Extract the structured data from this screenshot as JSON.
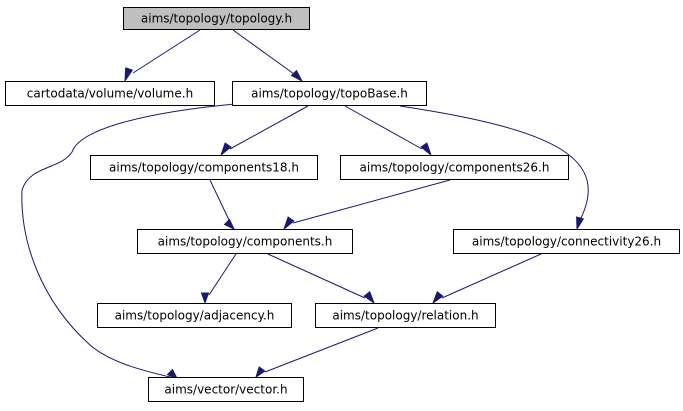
{
  "diagram": {
    "colors": {
      "edge": "#191970",
      "node_border": "#000000",
      "node_fill": "#ffffff",
      "root_fill": "#bfbfbf"
    },
    "nodes": [
      {
        "id": "topology_h",
        "label": "aims/topology/topology.h",
        "root": true
      },
      {
        "id": "volume_h",
        "label": "cartodata/volume/volume.h"
      },
      {
        "id": "topobase_h",
        "label": "aims/topology/topoBase.h"
      },
      {
        "id": "components18_h",
        "label": "aims/topology/components18.h"
      },
      {
        "id": "components26_h",
        "label": "aims/topology/components26.h"
      },
      {
        "id": "components_h",
        "label": "aims/topology/components.h"
      },
      {
        "id": "connectivity26_h",
        "label": "aims/topology/connectivity26.h"
      },
      {
        "id": "adjacency_h",
        "label": "aims/topology/adjacency.h"
      },
      {
        "id": "relation_h",
        "label": "aims/topology/relation.h"
      },
      {
        "id": "vector_h",
        "label": "aims/vector/vector.h"
      }
    ],
    "edges": [
      {
        "from": "topology_h",
        "to": "volume_h"
      },
      {
        "from": "topology_h",
        "to": "topobase_h"
      },
      {
        "from": "topobase_h",
        "to": "components18_h"
      },
      {
        "from": "topobase_h",
        "to": "components26_h"
      },
      {
        "from": "topobase_h",
        "to": "connectivity26_h"
      },
      {
        "from": "topobase_h",
        "to": "vector_h"
      },
      {
        "from": "components18_h",
        "to": "components_h"
      },
      {
        "from": "components26_h",
        "to": "components_h"
      },
      {
        "from": "components_h",
        "to": "adjacency_h"
      },
      {
        "from": "components_h",
        "to": "relation_h"
      },
      {
        "from": "connectivity26_h",
        "to": "relation_h"
      },
      {
        "from": "relation_h",
        "to": "vector_h"
      }
    ]
  }
}
